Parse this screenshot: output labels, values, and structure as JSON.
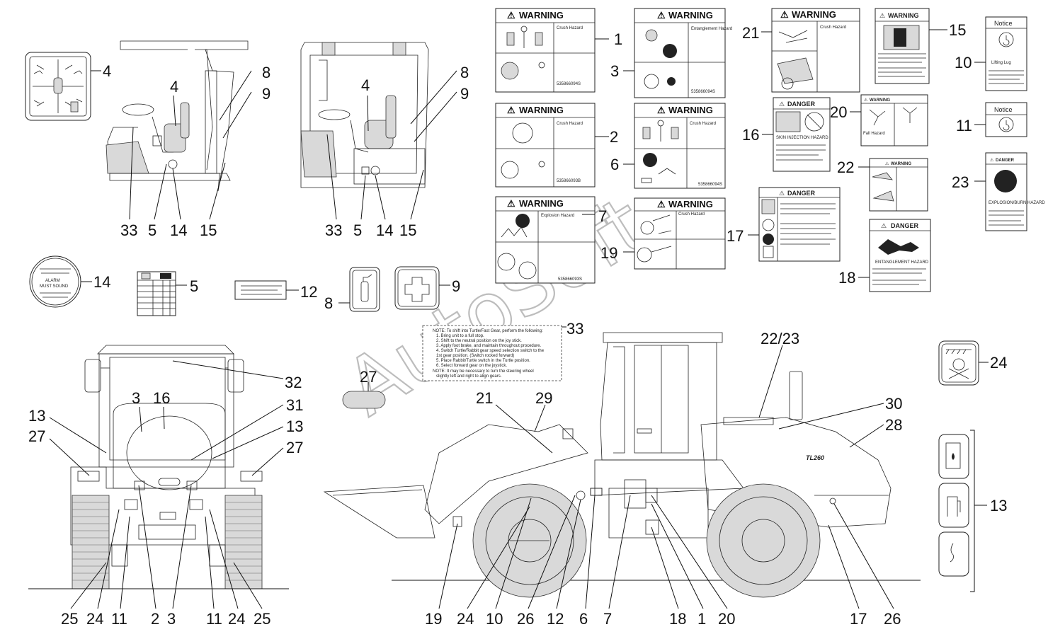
{
  "watermark": "AutoSoft",
  "labels": {
    "warning": "WARNING",
    "danger": "DANGER",
    "notice": "Notice",
    "lifting_lug": "Lifting Lug",
    "alarm_line1": "ALARM",
    "alarm_line2": "MUST SOUND",
    "model": "TL260",
    "crush_hazard": "Crush Hazard",
    "entanglement_hazard": "Entanglement Hazard",
    "explosion_hazard": "Explosion Hazard",
    "skin_injection_hazard": "SKIN INJECTION HAZARD",
    "fall_hazard": "Fall Hazard",
    "explosion_burn_hazard": "EXPLOSION/BURN HAZARD",
    "entanglement_hazard_caps": "ENTANGLEMENT HAZARD",
    "note_lines": [
      "NOTE: To shift into Turtle/Fast Gear, perform the following:",
      "1. Bring unit to a full stop.",
      "2. Shift to the neutral position on the joy stick.",
      "3. Apply foot brake, and maintain throughout procedure.",
      "4. Switch Turtle/Rabbit gear speed selection switch to the",
      "   1st gear position. (Switch rocked forward)",
      "5. Place Rabbit/Turtle switch in the Turtle position.",
      "6. Select forward gear on the joystick.",
      "NOTE: It may be necessary to turn the steering wheel",
      "   slightly left and right to align gears."
    ]
  },
  "callouts": {
    "c4a": "4",
    "c4b": "4",
    "c8a": "8",
    "c9a": "9",
    "c33a": "33",
    "c5a": "5",
    "c14a": "14",
    "c15a": "15",
    "c4c": "4",
    "c8b": "8",
    "c9b": "9",
    "c33b": "33",
    "c5b": "5",
    "c14b": "14",
    "c15b": "15",
    "c1": "1",
    "c3": "3",
    "c2": "2",
    "c6": "6",
    "c7": "7",
    "c21": "21",
    "c15c": "15",
    "c10": "10",
    "c11": "11",
    "c20": "20",
    "c16": "16",
    "c22": "22",
    "c23": "23",
    "c17": "17",
    "c19": "19",
    "c18": "18",
    "c14c": "14",
    "c5c": "5",
    "c12": "12",
    "c8c": "8",
    "c9c": "9",
    "c33c": "33",
    "c24a": "24",
    "c13a": "13",
    "c32": "32",
    "c3f": "3",
    "c16f": "16",
    "c31": "31",
    "c13f1": "13",
    "c13f2": "13",
    "c27f1": "27",
    "c27f2": "27",
    "f25a": "25",
    "f24a": "24",
    "f11a": "11",
    "f2": "2",
    "f3": "3",
    "f11b": "11",
    "f24b": "24",
    "f25b": "25",
    "c27s": "27",
    "c21s": "21",
    "c29": "29",
    "c2223": "22/23",
    "c30": "30",
    "c28": "28",
    "s19": "19",
    "s24": "24",
    "s10": "10",
    "s26a": "26",
    "s12": "12",
    "s6": "6",
    "s7": "7",
    "s18": "18",
    "s1": "1",
    "s20": "20",
    "s17": "17",
    "s26b": "26"
  }
}
